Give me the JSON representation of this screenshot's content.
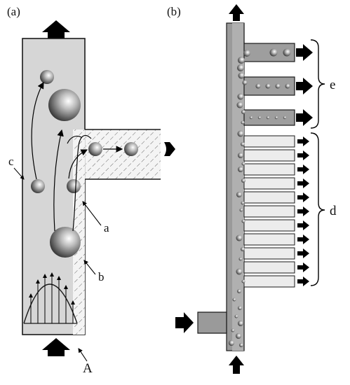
{
  "panels": {
    "left": {
      "label": "(a)"
    },
    "right": {
      "label": "(b)"
    }
  },
  "annotations": {
    "a": "a",
    "b": "b",
    "c": "c",
    "d": "d",
    "e": "e",
    "A": "A"
  },
  "colors": {
    "channel_fill": "#d6d6d6",
    "main_channel_b": "#9a9a9a",
    "outlet_dark": "#9e9e9e",
    "outlet_light": "#ececec",
    "outline": "#1a1a1a",
    "arrow": "#000000"
  },
  "counts": {
    "upper_outlets_e": 3,
    "lower_outlets_d": 11
  }
}
